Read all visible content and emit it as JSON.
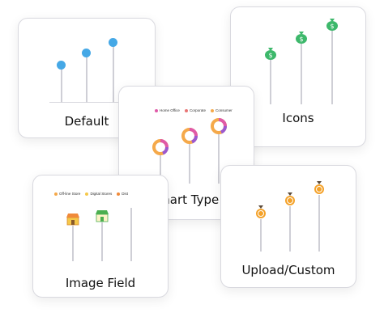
{
  "colors": {
    "default_dot": "#45a8e6",
    "icon_green": "#3db86b",
    "donut_orange": "#f5a94a",
    "donut_pink": "#e05aa8",
    "donut_purple": "#9b59d0",
    "custom_orange": "#f4a22a"
  },
  "cards": {
    "default": {
      "title": "Default"
    },
    "icons": {
      "title": "Icons"
    },
    "chart_type": {
      "title": "Chart Type",
      "legend": [
        "Home Office",
        "Corporate",
        "Consumer"
      ],
      "legend_colors": [
        "#e05aa8",
        "#e87474",
        "#f5a94a"
      ]
    },
    "image_field": {
      "title": "Image Field",
      "legend": [
        "Off-line Store",
        "Digital Stores",
        "Dist"
      ],
      "legend_colors": [
        "#f5a94a",
        "#f5c84a",
        "#f08a3a"
      ]
    },
    "upload_custom": {
      "title": "Upload/Custom"
    }
  },
  "icon_names": {
    "icons_card": "money-bag-icon",
    "image_field_card": "storefront-icon",
    "upload_card": "award-badge-icon"
  }
}
